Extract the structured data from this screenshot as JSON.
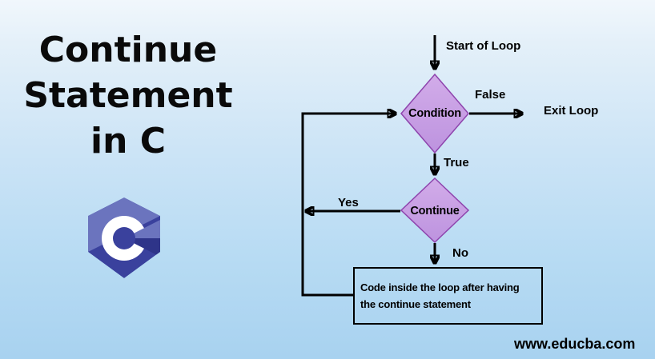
{
  "title": {
    "text": "Continue\nStatement\nin C"
  },
  "logo": {
    "letter": "C",
    "colors": {
      "light": "#6B74BE",
      "dark": "#3A419D",
      "wedge_dark": "#2E3489",
      "glyph": "#FFFFFF"
    }
  },
  "flowchart": {
    "labels": {
      "start": "Start of Loop",
      "false": "False",
      "exit": "Exit Loop",
      "true": "True",
      "yes": "Yes",
      "no": "No"
    },
    "nodes": {
      "condition": "Condition",
      "continue": "Continue",
      "process": "Code inside the loop after having\nthe continue statement"
    },
    "colors": {
      "diamond_fill": "#C49CE4",
      "diamond_fill_light": "#D2ACE9",
      "diamond_border": "#8E44AD",
      "connector": "#000000"
    }
  },
  "footer": {
    "website": "www.educba.com"
  },
  "background": {
    "gradient_top": "#F1F7FC",
    "gradient_bottom": "#A8D2F0"
  }
}
